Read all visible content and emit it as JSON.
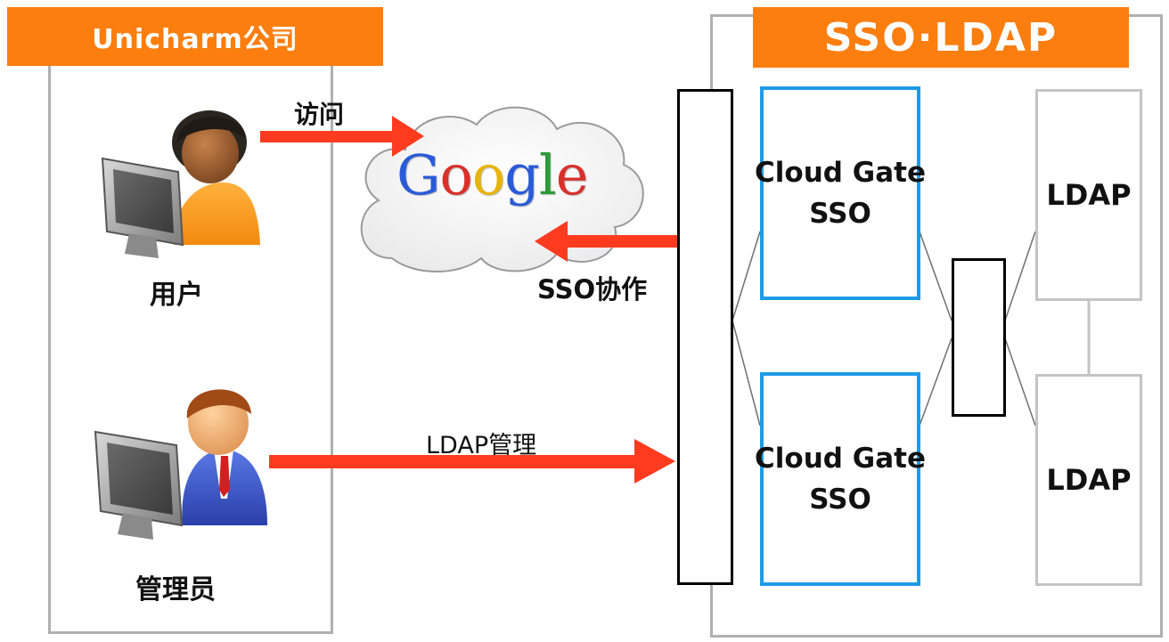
{
  "company": {
    "title": "Unicharm公司",
    "user_label": "用户",
    "admin_label": "管理员"
  },
  "sso_panel": {
    "title": "SSO·LDAP",
    "gateways": [
      {
        "line1": "Cloud Gate",
        "line2": "SSO"
      },
      {
        "line1": "Cloud Gate",
        "line2": "SSO"
      }
    ],
    "ldap_servers": [
      {
        "label": "LDAP"
      },
      {
        "label": "LDAP"
      }
    ]
  },
  "google": {
    "letters": [
      {
        "char": "G",
        "color": "#2a5bd7"
      },
      {
        "char": "o",
        "color": "#d9302b"
      },
      {
        "char": "o",
        "color": "#e8b40a"
      },
      {
        "char": "g",
        "color": "#2a5bd7"
      },
      {
        "char": "l",
        "color": "#2c9a3a"
      },
      {
        "char": "e",
        "color": "#d9302b"
      }
    ]
  },
  "flows": {
    "visit": "访问",
    "sso_cooperation": "SSO协作",
    "ldap_management": "LDAP管理"
  },
  "colors": {
    "header": "#fc7e0f",
    "arrow": "#ff3b1f",
    "sso_border": "#1e9be6",
    "ldap_border": "#c4c4c4",
    "panel_border": "#b0b0b0"
  }
}
